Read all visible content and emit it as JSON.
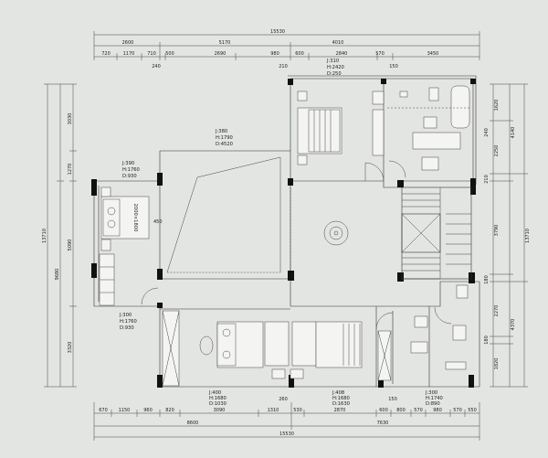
{
  "top_dimensions": {
    "overall": "15530",
    "row2": [
      "2600",
      "5170",
      "4010"
    ],
    "row3": [
      "720",
      "1170",
      "710",
      "500",
      "2690",
      "980",
      "600",
      "2840",
      "570",
      "3450"
    ],
    "row4": [
      "240",
      "210",
      "150"
    ]
  },
  "bottom_dimensions": {
    "row1": [
      "670",
      "1150",
      "960",
      "820",
      "3090",
      "1310",
      "530",
      "2870",
      "600",
      "800",
      "570",
      "980",
      "570",
      "550"
    ],
    "row1_small": [
      "260",
      "150"
    ],
    "row2": [
      "8600",
      "7630"
    ],
    "overall": "15530"
  },
  "left_dimensions": {
    "overall": "13710",
    "partial": "9680",
    "segments": [
      "3030",
      "1270",
      "5090",
      "3320"
    ]
  },
  "right_dimensions": {
    "overall": "13710",
    "segments": [
      "1620",
      "2250",
      "210",
      "3790",
      "180",
      "2270",
      "180",
      "1820"
    ],
    "outer": [
      "4140",
      "4370"
    ],
    "small": [
      "240"
    ]
  },
  "room_labels": [
    {
      "id": "room-top-right",
      "lines": [
        "J:310",
        "H:2420",
        "D:250"
      ]
    },
    {
      "id": "room-center",
      "lines": [
        "J:380",
        "H:1790",
        "D:4520"
      ]
    },
    {
      "id": "room-left-upper",
      "lines": [
        "J:390",
        "H:1760",
        "D:930"
      ]
    },
    {
      "id": "room-left-lower",
      "lines": [
        "J:300",
        "H:1760",
        "D:930"
      ]
    },
    {
      "id": "room-bottom-1",
      "lines": [
        "J:400",
        "H:1680",
        "D:1030"
      ]
    },
    {
      "id": "room-bottom-2",
      "lines": [
        "J:408",
        "H:1680",
        "D:1630"
      ]
    },
    {
      "id": "room-bottom-3",
      "lines": [
        "J:300",
        "H:1740",
        "D:890"
      ]
    }
  ],
  "bed_label": "2000×1800",
  "bed_label_small": "450",
  "colors": {
    "background": "#e3e5e2",
    "wall": "#111111",
    "line": "#444444"
  }
}
